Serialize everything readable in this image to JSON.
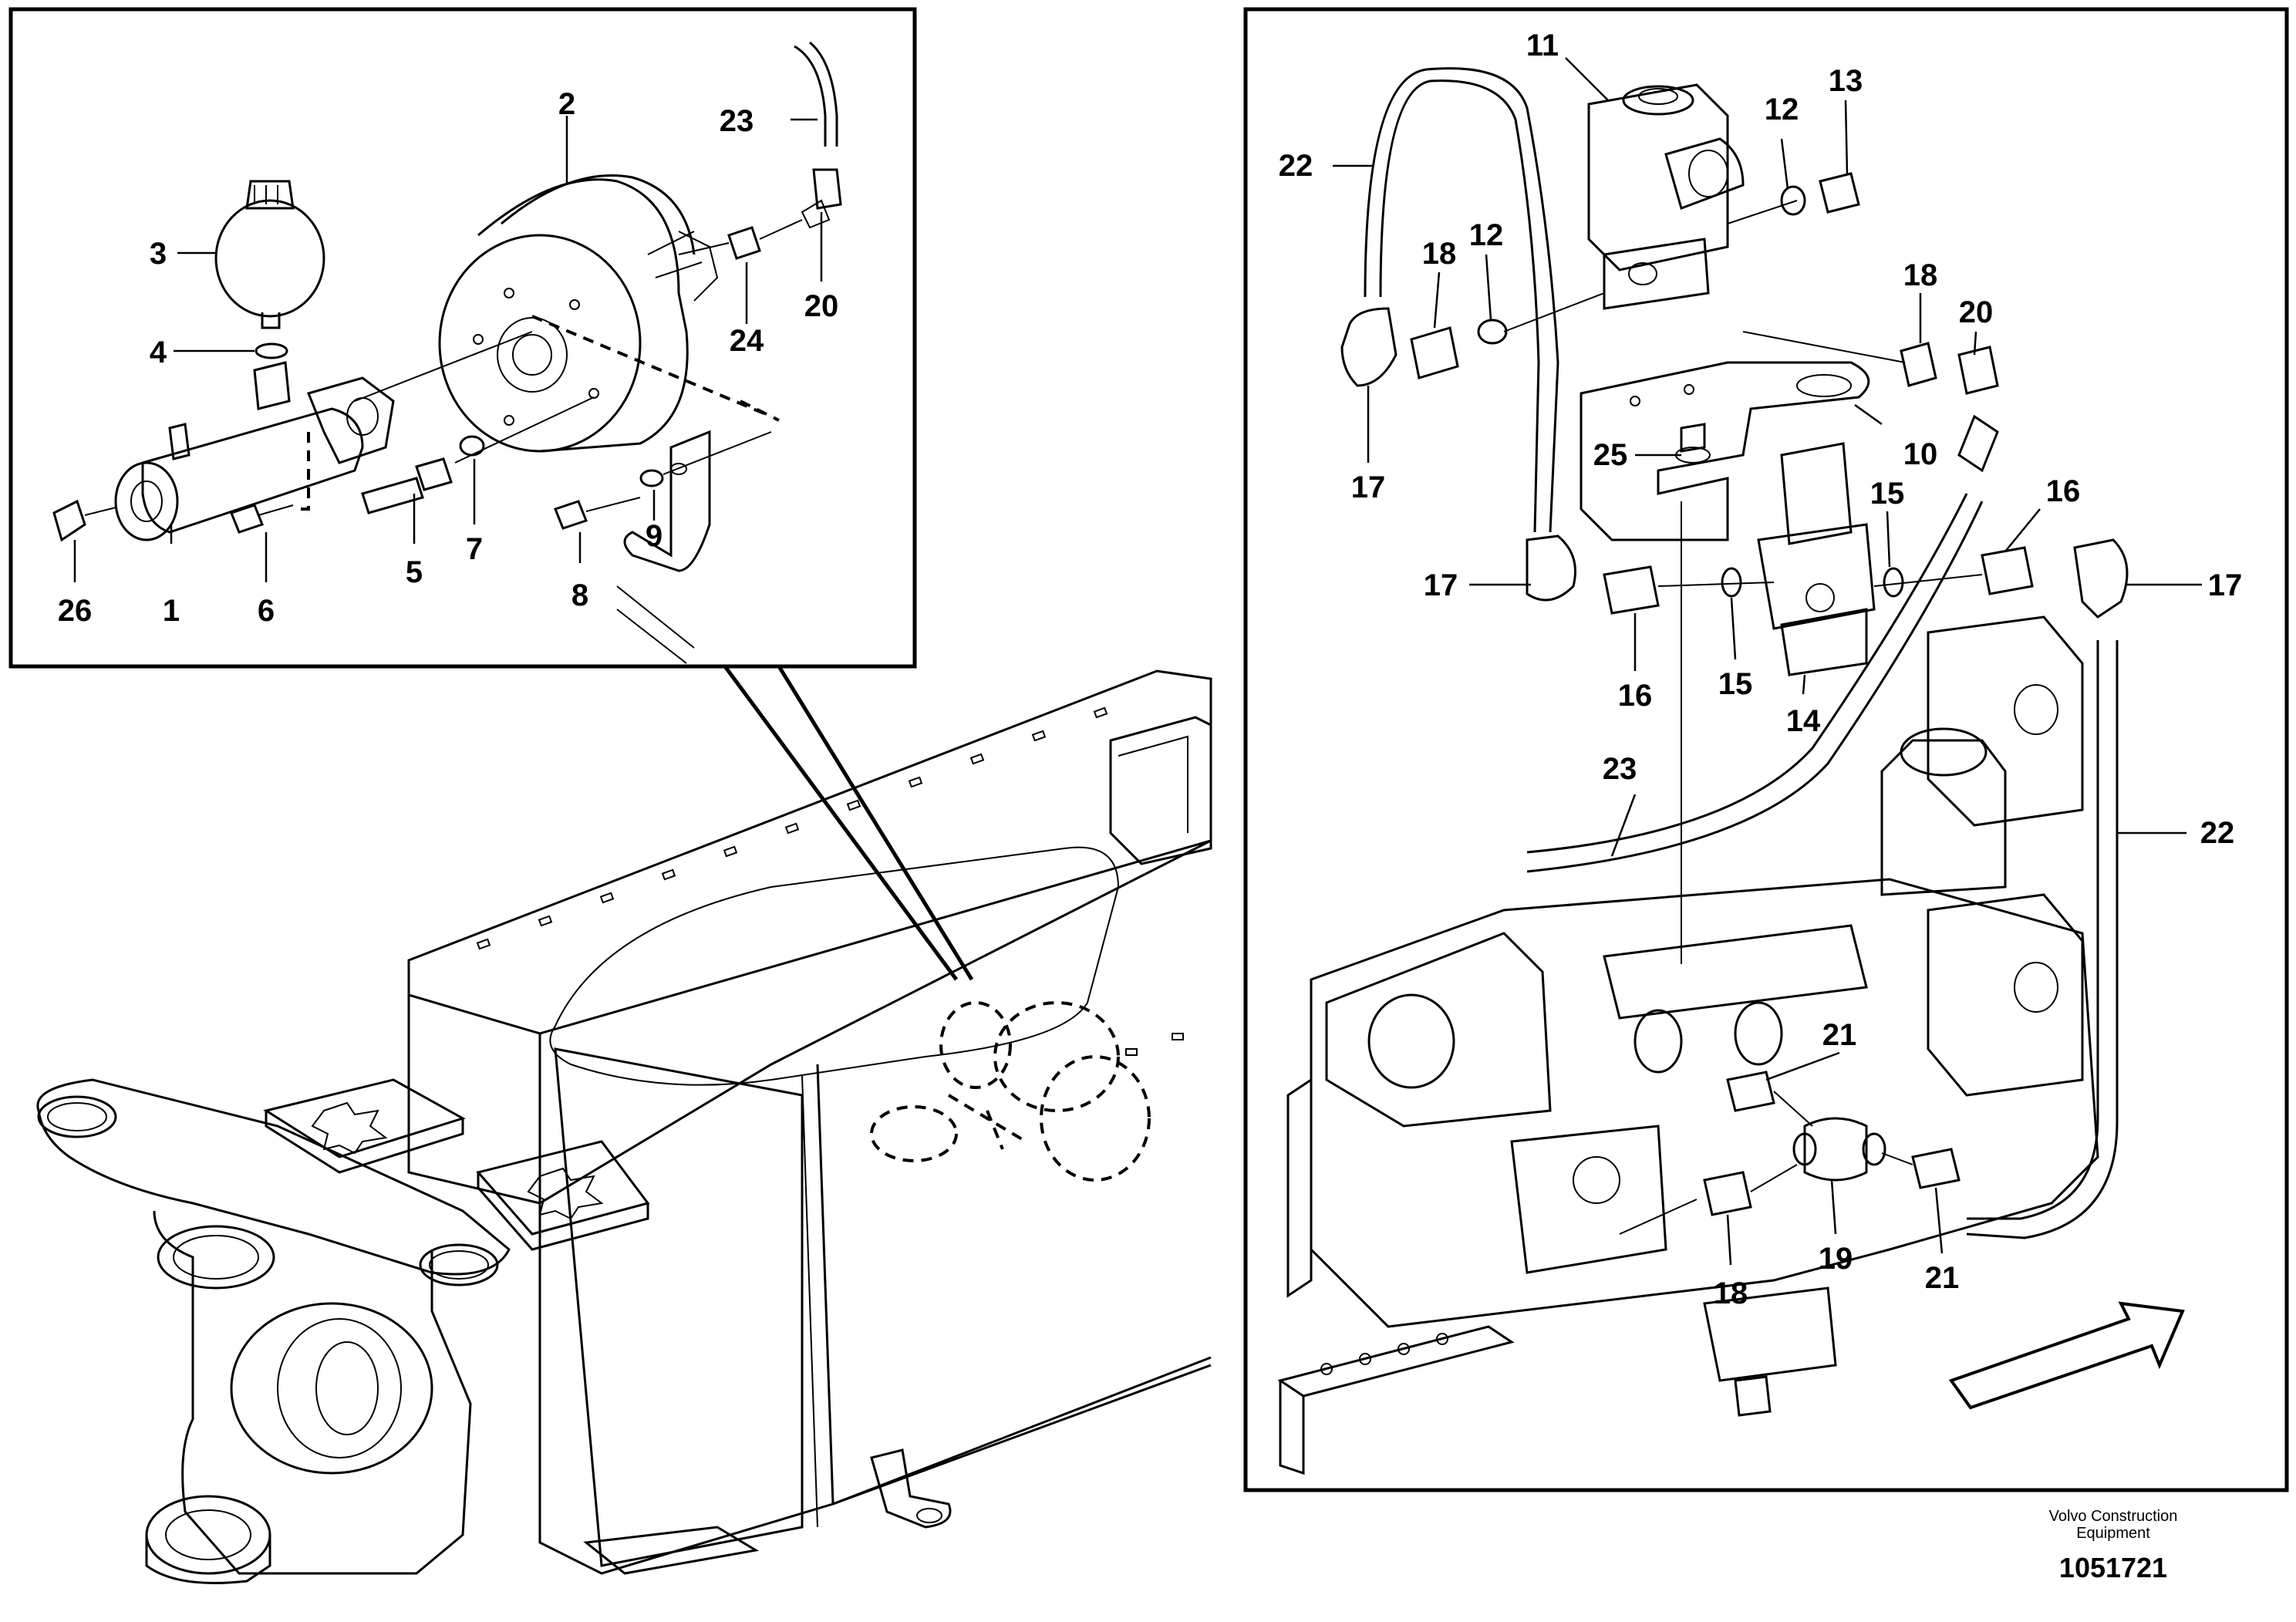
{
  "callouts": {
    "l1": "1",
    "l2": "2",
    "l3": "3",
    "l4": "4",
    "l5": "5",
    "l6": "6",
    "l7": "7",
    "l8": "8",
    "l9": "9",
    "l20": "20",
    "l23": "23",
    "l24": "24",
    "l26": "26",
    "r10": "10",
    "r11": "11",
    "r12a": "12",
    "r12b": "12",
    "r13": "13",
    "r14": "14",
    "r15a": "15",
    "r15b": "15",
    "r16a": "16",
    "r16b": "16",
    "r17a": "17",
    "r17b": "17",
    "r17c": "17",
    "r18a": "18",
    "r18b": "18",
    "r18c": "18",
    "r19": "19",
    "r20": "20",
    "r21a": "21",
    "r21b": "21",
    "r22a": "22",
    "r22b": "22",
    "r23": "23",
    "r25": "25"
  },
  "footer": {
    "credit_line1": "Volvo Construction",
    "credit_line2": "Equipment",
    "doc_number": "1051721"
  }
}
